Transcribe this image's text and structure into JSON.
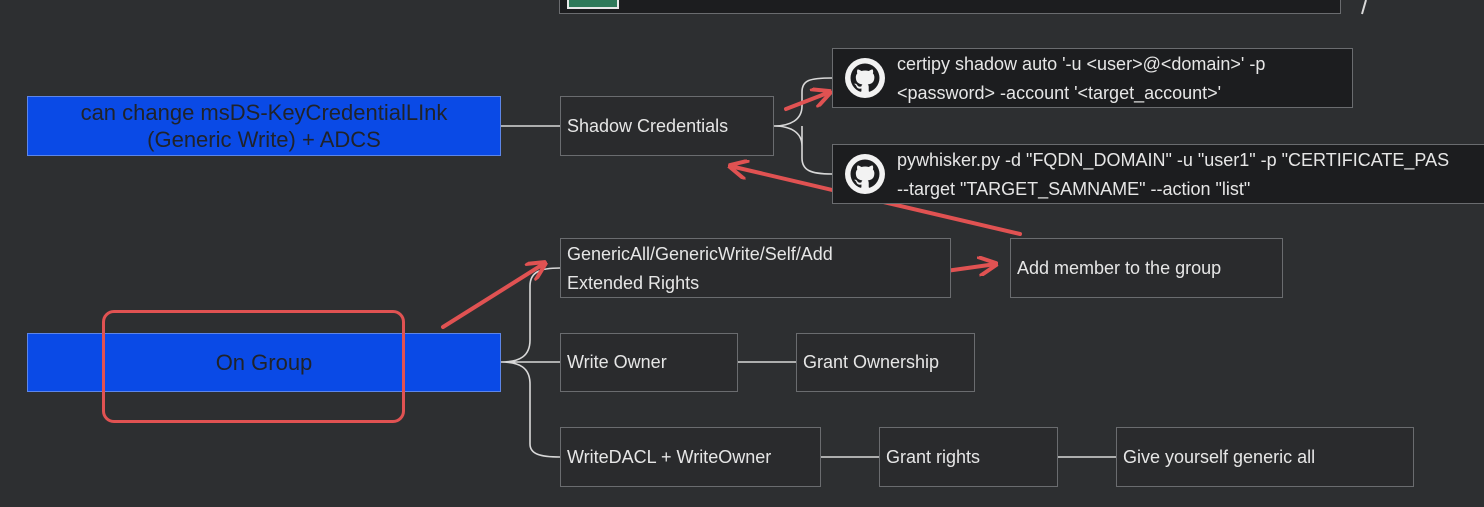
{
  "colors": {
    "background": "#2d2f31",
    "root_fill": "#0a4ae6",
    "node_border": "#6a6c6f",
    "arrow": "#e05252",
    "highlight": "#e05252"
  },
  "roots": {
    "key_credential": {
      "line1": "can change msDS-KeyCredentialLInk",
      "line2": "(Generic Write) + ADCS"
    },
    "on_group": "On Group"
  },
  "nodes": {
    "shadow_credentials": "Shadow Credentials",
    "generic_all_line1": "GenericAll/GenericWrite/Self/Add",
    "generic_all_line2": "Extended Rights",
    "add_member": "Add member to the group",
    "write_owner": "Write Owner",
    "grant_ownership": "Grant Ownership",
    "writedacl_writeowner": "WriteDACL + WriteOwner",
    "grant_rights": "Grant rights",
    "give_generic_all": "Give yourself generic all"
  },
  "commands": {
    "certipy": {
      "icon": "github-icon",
      "line1": "certipy shadow auto '-u <user>@<domain>' -p",
      "line2": "<password> -account '<target_account>'"
    },
    "pywhisker": {
      "icon": "github-icon",
      "line1": "pywhisker.py -d \"FQDN_DOMAIN\" -u \"user1\" -p \"CERTIFICATE_PAS",
      "line2": "--target \"TARGET_SAMNAME\" --action \"list\""
    }
  }
}
